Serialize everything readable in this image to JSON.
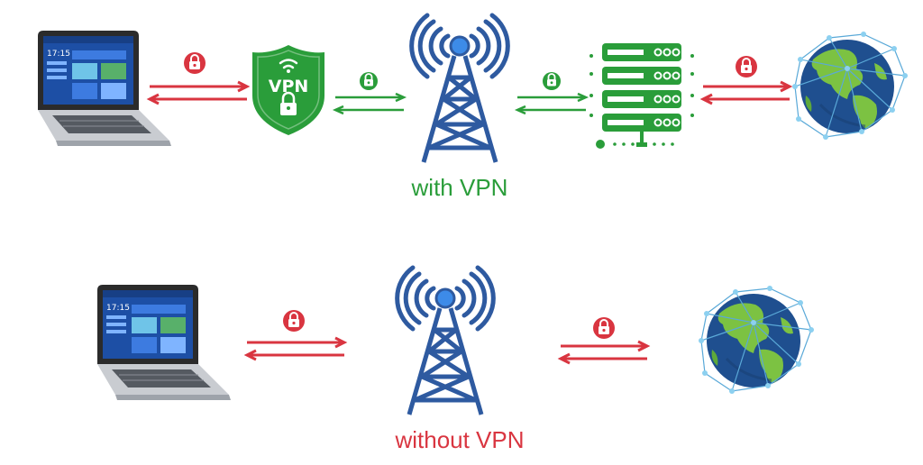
{
  "diagram": {
    "with_vpn": {
      "caption": "with VPN",
      "shield_text": "VPN",
      "color": "#2a9d3a"
    },
    "without_vpn": {
      "caption": "without VPN",
      "color": "#d93540"
    },
    "colors": {
      "green": "#2a9d3a",
      "red": "#d93540",
      "tower_blue": "#2e5aa0",
      "globe_ocean": "#1f4f8f",
      "globe_land": "#7cc242"
    },
    "icons": [
      "laptop-icon",
      "lock-icon",
      "vpn-shield-icon",
      "cell-tower-icon",
      "server-icon",
      "globe-icon",
      "bidirectional-arrow-icon"
    ]
  }
}
